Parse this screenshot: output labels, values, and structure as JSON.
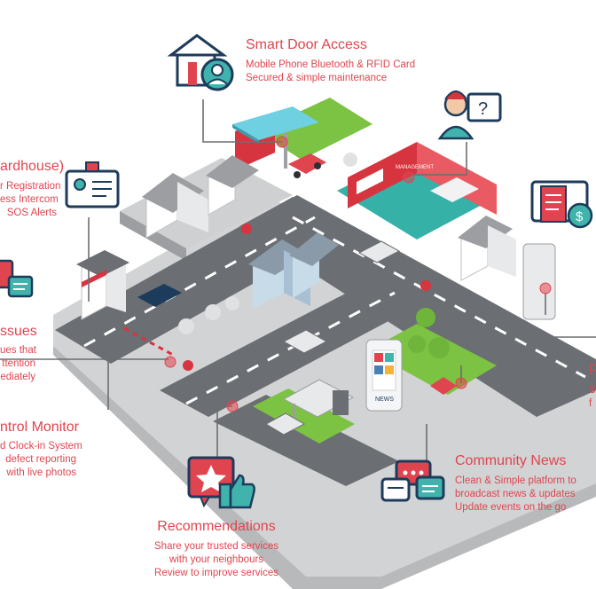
{
  "colors": {
    "accent": "#e0454f",
    "navy": "#1d3b5b",
    "teal": "#3fb3ac",
    "road": "#6b6e72",
    "lawn": "#7cc243",
    "platform": "#c9cacb"
  },
  "features": {
    "door": {
      "title": "Smart Door Access",
      "lines": [
        "Mobile Phone Bluetooth & RFID Card",
        "Secured & simple maintenance"
      ],
      "icon": "house-user-icon"
    },
    "guard": {
      "title": "ardhouse)",
      "lines": [
        "r Registration",
        "ess Intercom",
        "SOS Alerts"
      ],
      "icon": "id-card-icon"
    },
    "issues": {
      "title": "ssues",
      "lines": [
        "ues that",
        "ttention",
        "ediately"
      ],
      "icon": "chat-bubbles-icon"
    },
    "patrol": {
      "title": "ntrol Monitor",
      "lines": [
        "d Clock-in System",
        "defect reporting",
        "with live photos"
      ]
    },
    "recommend": {
      "title": "Recommendations",
      "lines": [
        "Share your trusted services",
        "with your neighbours",
        "Review to improve services"
      ],
      "icon": "star-thumbs-up-icon"
    },
    "news": {
      "title": "Community News",
      "lines": [
        "Clean & Simple platform to",
        "broadcast news & updates",
        "Update events on the go"
      ],
      "icon": "news-chat-icon"
    },
    "support": {
      "icon": "customer-support-icon"
    },
    "payment": {
      "title": "F",
      "lines": [
        "S",
        "f"
      ],
      "icon": "invoice-dollar-icon"
    }
  },
  "scene": {
    "shop_sign": "MANAGEMENT",
    "phone_sign": "NEWS"
  }
}
